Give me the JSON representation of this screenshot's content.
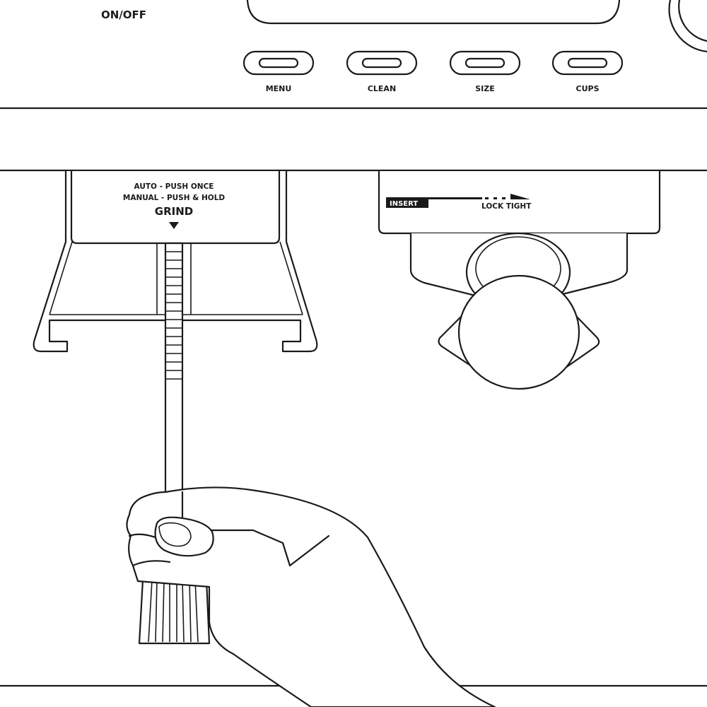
{
  "control_panel": {
    "power_label": "ON/OFF",
    "buttons": [
      {
        "label": "MENU"
      },
      {
        "label": "CLEAN"
      },
      {
        "label": "SIZE"
      },
      {
        "label": "CUPS"
      }
    ]
  },
  "grinder": {
    "auto_text": "AUTO - PUSH ONCE",
    "manual_text": "MANUAL - PUSH & HOLD",
    "grind_label": "GRIND"
  },
  "brew_group": {
    "insert_label": "INSERT",
    "lock_label": "LOCK TIGHT"
  },
  "colors": {
    "line": "#1a1a1a",
    "background": "#ffffff"
  },
  "icons": [
    "grind-arrow-icon",
    "lock-arrow-icon",
    "cleaning-brush-icon"
  ]
}
